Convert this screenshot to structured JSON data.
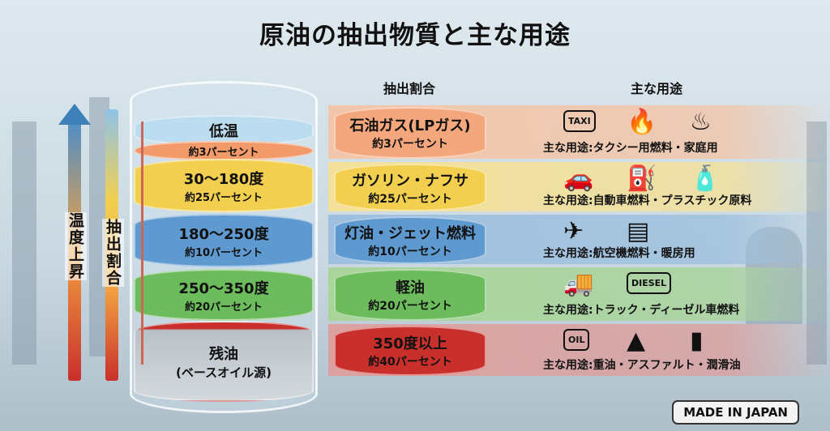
{
  "title": "原油の抽出物質と主な用途",
  "headers": {
    "extraction": "抽出割合",
    "uses": "主な用途"
  },
  "left_labels": {
    "temperature": "温度上昇",
    "extraction": "抽出割合"
  },
  "left_layers": [
    {
      "name": "低温",
      "pct": "約3パーセント"
    },
    {
      "name": "30〜180度",
      "pct": "約25パーセント"
    },
    {
      "name": "180〜250度",
      "pct": "約10パーセント"
    },
    {
      "name": "250〜350度",
      "pct": "約20パーセント"
    },
    {
      "name": "残油",
      "pct": "(ベースオイル源)"
    }
  ],
  "fractions": [
    {
      "name": "石油ガス(LPガス)",
      "pct": "約3パーセント",
      "use": "主な用途:タクシー用燃料・家庭用",
      "color": "#f4a77c",
      "band": "#f2c6aa",
      "icons": [
        "TAXI",
        "🔥",
        "♨"
      ]
    },
    {
      "name": "ガソリン・ナフサ",
      "pct": "約25パーセント",
      "use": "主な用途:自動車燃料・プラスチック原料",
      "color": "#f2cf4e",
      "band": "#f3e09a",
      "icons": [
        "🚗",
        "⛽",
        "🧴"
      ]
    },
    {
      "name": "灯油・ジェット燃料",
      "pct": "約10パーセント",
      "use": "主な用途:航空機燃料・暖房用",
      "color": "#5e9ad0",
      "band": "#9ec0de",
      "icons": [
        "✈",
        "▤"
      ]
    },
    {
      "name": "軽油",
      "pct": "約20パーセント",
      "use": "主な用途:トラック・ディーゼル車燃料",
      "color": "#6cbb5c",
      "band": "#a9d49a",
      "icons": [
        "🚚",
        "DIESEL"
      ]
    },
    {
      "name": "350度以上",
      "pct": "約40パーセント",
      "use": "主な用途:重油・アスファルト・潤滑油",
      "color": "#c9302c",
      "band": "#dba1a0",
      "icons": [
        "OIL",
        "▲",
        "▮"
      ]
    }
  ],
  "badge": "MADE IN JAPAN"
}
